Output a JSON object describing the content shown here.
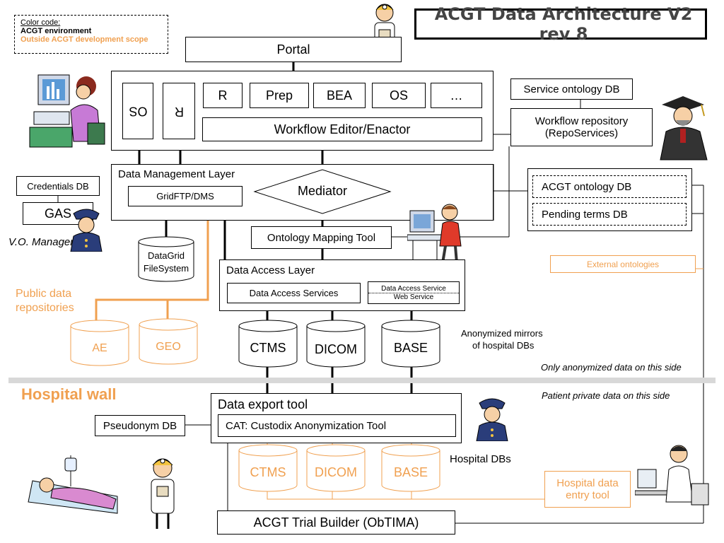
{
  "title": "ACGT Data Architecture V2 rev 8",
  "legend": {
    "heading": "Color code:",
    "acgt": "ACGT environment",
    "outside": "Outside ACGT development scope"
  },
  "colors": {
    "acgt": "#000000",
    "outside": "#f0a050",
    "wall": "#d8d8d8"
  },
  "portal": "Portal",
  "tools": {
    "os_vertical": "OS",
    "r_vertical": "R",
    "r": "R",
    "prep": "Prep",
    "bea": "BEA",
    "os": "OS",
    "more": "…"
  },
  "workflow_editor": "Workflow Editor/Enactor",
  "service_ontology_db": "Service ontology DB",
  "workflow_repository": {
    "line1": "Workflow repository",
    "line2": "(RepoServices)"
  },
  "data_management": {
    "label": "Data Management Layer",
    "gridftp": "GridFTP/DMS",
    "mediator": "Mediator"
  },
  "ontology": {
    "acgt": "ACGT ontology DB",
    "pending": "Pending terms DB",
    "external": "External ontologies"
  },
  "credentials_db": "Credentials DB",
  "gas": "GAS",
  "vo_management": "V.O. Management",
  "ontology_mapping_tool": "Ontology Mapping Tool",
  "datagrid": {
    "line1": "DataGrid",
    "line2": "FileSystem"
  },
  "data_access": {
    "label": "Data Access Layer",
    "services": "Data Access Services",
    "ws_top": "Data Access Service",
    "ws_bottom": "Web Service"
  },
  "public_repos": {
    "line1": "Public data",
    "line2": "repositories",
    "ae": "AE",
    "geo": "GEO"
  },
  "mirrors": {
    "ctms": "CTMS",
    "dicom": "DICOM",
    "base": "BASE",
    "note1": "Anonymized mirrors",
    "note2": "of hospital DBs"
  },
  "anonymized_side": "Only anonymized data on this side",
  "hospital_wall": "Hospital wall",
  "private_side": "Patient private data on this side",
  "data_export_tool": "Data export tool",
  "pseudonym_db": "Pseudonym DB",
  "cat_tool": "CAT: Custodix Anonymization Tool",
  "hospital_dbs": {
    "ctms": "CTMS",
    "dicom": "DICOM",
    "base": "BASE",
    "label": "Hospital DBs"
  },
  "hospital_entry": {
    "line1": "Hospital data",
    "line2": "entry tool"
  },
  "trial_builder": "ACGT Trial Builder (ObTIMA)"
}
